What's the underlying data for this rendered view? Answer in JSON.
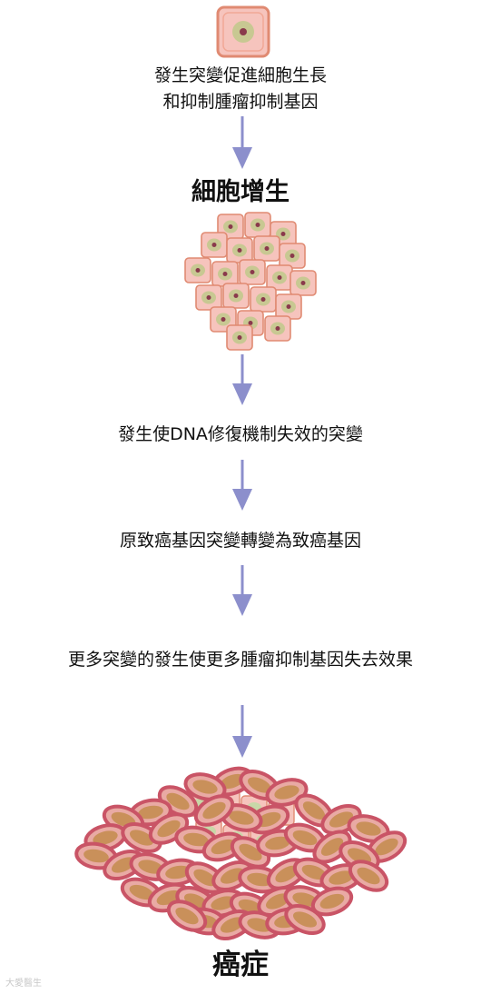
{
  "colors": {
    "arrow": "#8c8fcc",
    "cell_fill": "#f6c4bd",
    "cell_edge": "#e48a7a",
    "nucleus_fill": "#c8c892",
    "nucleus_dot": "#8a3a4c",
    "cancer_edge": "#c95466",
    "cancer_nucleus": "#c9905a"
  },
  "steps": {
    "step1_line1": "發生突變促進細胞生長",
    "step1_line2": "和抑制腫瘤抑制基因",
    "hyperplasia": "細胞增生",
    "step2": "發生使DNA修復機制失效的突變",
    "step3": "原致癌基因突變轉變為致癌基因",
    "step4": "更多突變的發生使更多腫瘤抑制基因失去效果",
    "cancer": "癌症"
  },
  "watermark": "大愛醫生"
}
